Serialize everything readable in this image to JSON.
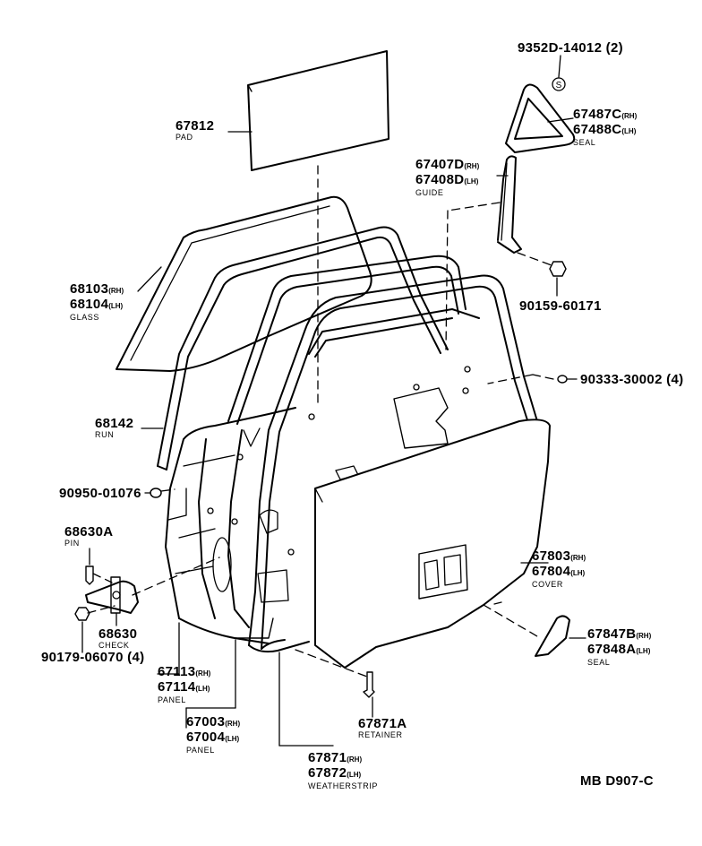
{
  "figure_code": "MB D907-C",
  "callouts": {
    "seal_screw": {
      "number": "9352D-14012",
      "qty": "(2)",
      "symbol": "S"
    },
    "pad": {
      "number": "67812",
      "name": "PAD"
    },
    "seal_upper": {
      "rh": "67487C",
      "lh": "67488C",
      "rh_suffix": "(RH)",
      "lh_suffix": "(LH)",
      "name": "SEAL"
    },
    "guide": {
      "rh": "67407D",
      "lh": "67408D",
      "rh_suffix": "(RH)",
      "lh_suffix": "(LH)",
      "name": "GUIDE"
    },
    "glass": {
      "rh": "68103",
      "lh": "68104",
      "rh_suffix": "(RH)",
      "lh_suffix": "(LH)",
      "name": "GLASS"
    },
    "guide_bolt": {
      "number": "90159-60171"
    },
    "clip": {
      "number": "90333-30002",
      "qty": "(4)"
    },
    "run": {
      "number": "68142",
      "name": "RUN"
    },
    "plug": {
      "number": "90950-01076"
    },
    "pin": {
      "number": "68630A",
      "name": "PIN"
    },
    "cover": {
      "rh": "67803",
      "lh": "67804",
      "rh_suffix": "(RH)",
      "lh_suffix": "(LH)",
      "name": "COVER"
    },
    "check": {
      "number": "68630",
      "name": "CHECK"
    },
    "check_bolt": {
      "number": "90179-06070",
      "qty": "(4)"
    },
    "seal_lower": {
      "rh": "67847B",
      "lh": "67848A",
      "rh_suffix": "(RH)",
      "lh_suffix": "(LH)",
      "name": "SEAL"
    },
    "inner_panel": {
      "rh": "67113",
      "lh": "67114",
      "rh_suffix": "(RH)",
      "lh_suffix": "(LH)",
      "name": "PANEL"
    },
    "door_panel": {
      "rh": "67003",
      "lh": "67004",
      "rh_suffix": "(RH)",
      "lh_suffix": "(LH)",
      "name": "PANEL"
    },
    "retainer": {
      "number": "67871A",
      "name": "RETAINER"
    },
    "weatherstrip": {
      "rh": "67871",
      "lh": "67872",
      "rh_suffix": "(RH)",
      "lh_suffix": "(LH)",
      "name": "WEATHERSTRIP"
    }
  }
}
